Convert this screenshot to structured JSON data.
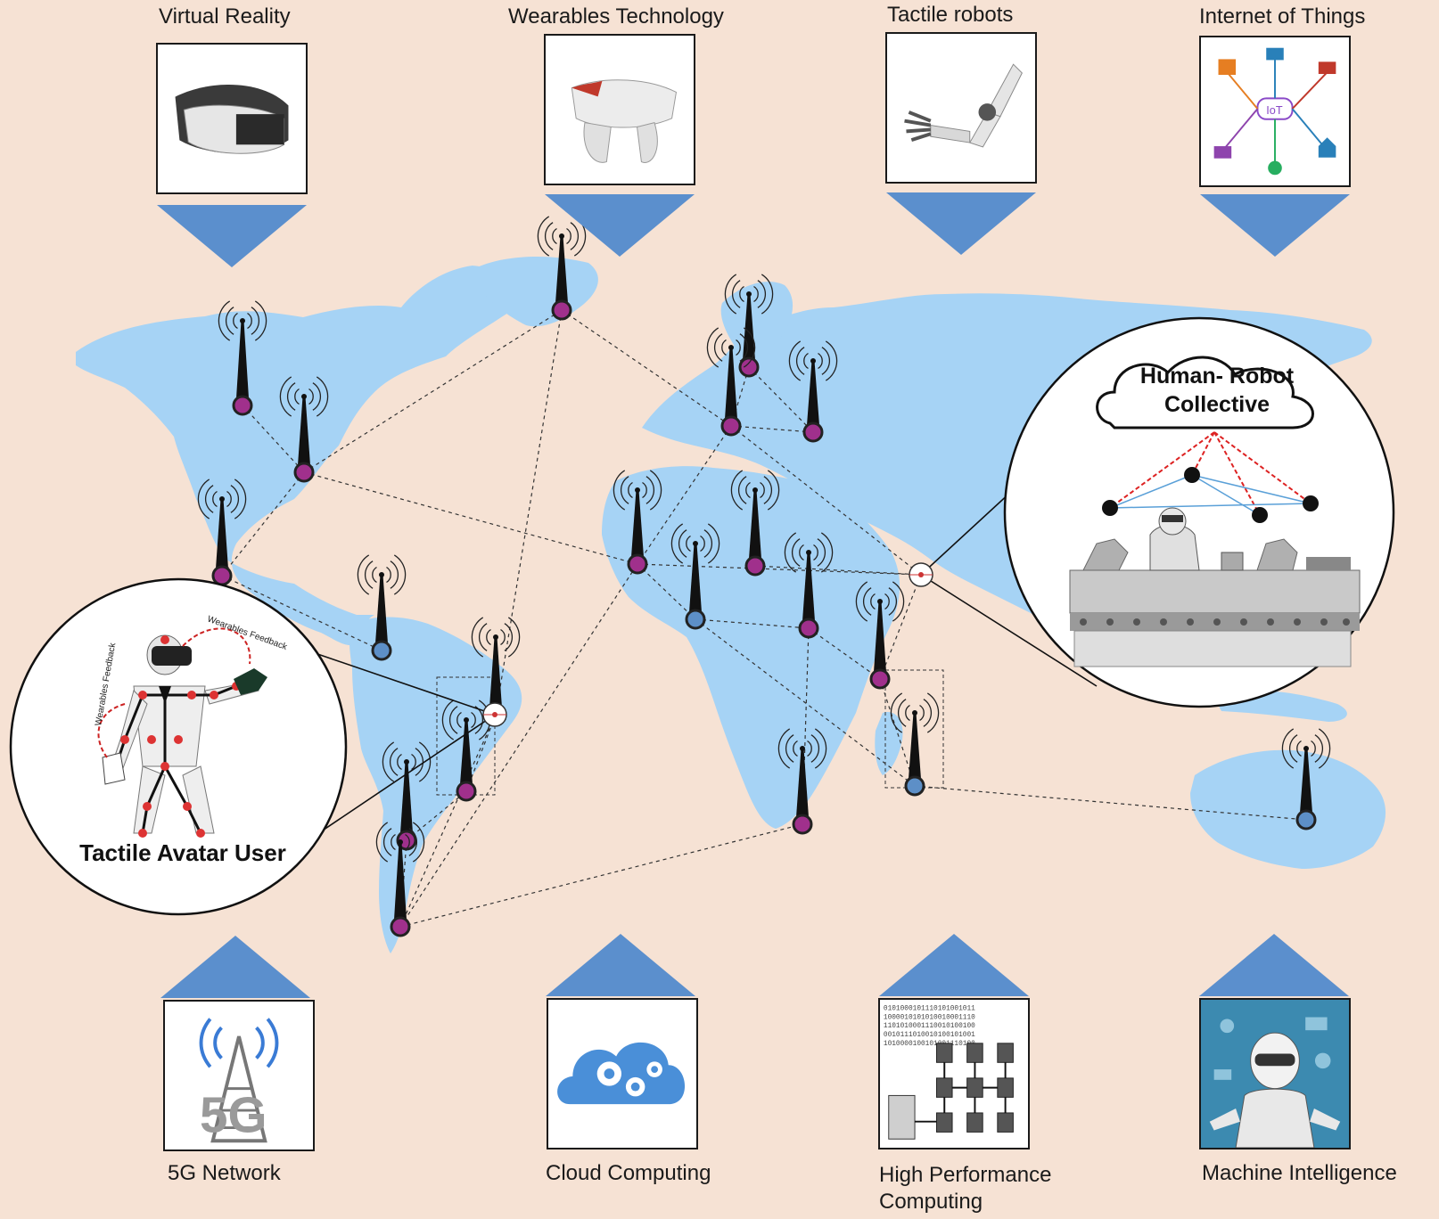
{
  "top_technologies": [
    {
      "label": "Virtual Reality",
      "icon": "vr-headset-icon"
    },
    {
      "label": "Wearables Technology",
      "icon": "wearable-device-icon"
    },
    {
      "label": "Tactile robots",
      "icon": "robot-arm-icon"
    },
    {
      "label": "Internet of Things",
      "icon": "iot-network-icon"
    }
  ],
  "bottom_technologies": [
    {
      "label": "5G Network",
      "icon": "5g-tower-icon"
    },
    {
      "label": "Cloud Computing",
      "icon": "cloud-gears-icon"
    },
    {
      "label": "High Performance",
      "label2": "Computing",
      "icon": "server-cluster-icon"
    },
    {
      "label": "Machine Intelligence",
      "icon": "ai-robot-icon"
    }
  ],
  "left_bubble": {
    "title": "Tactile Avatar User",
    "annotation_1": "Wearables Feedback",
    "annotation_2": "Wearables Feedback"
  },
  "right_bubble": {
    "title_line1": "Human- Robot",
    "title_line2": "Collective"
  },
  "colors": {
    "background": "#f6e2d4",
    "land": "#a6d3f5",
    "arrow": "#5b8fcd",
    "node_magenta": "#a0308c",
    "node_blue": "#5d8fc7"
  }
}
